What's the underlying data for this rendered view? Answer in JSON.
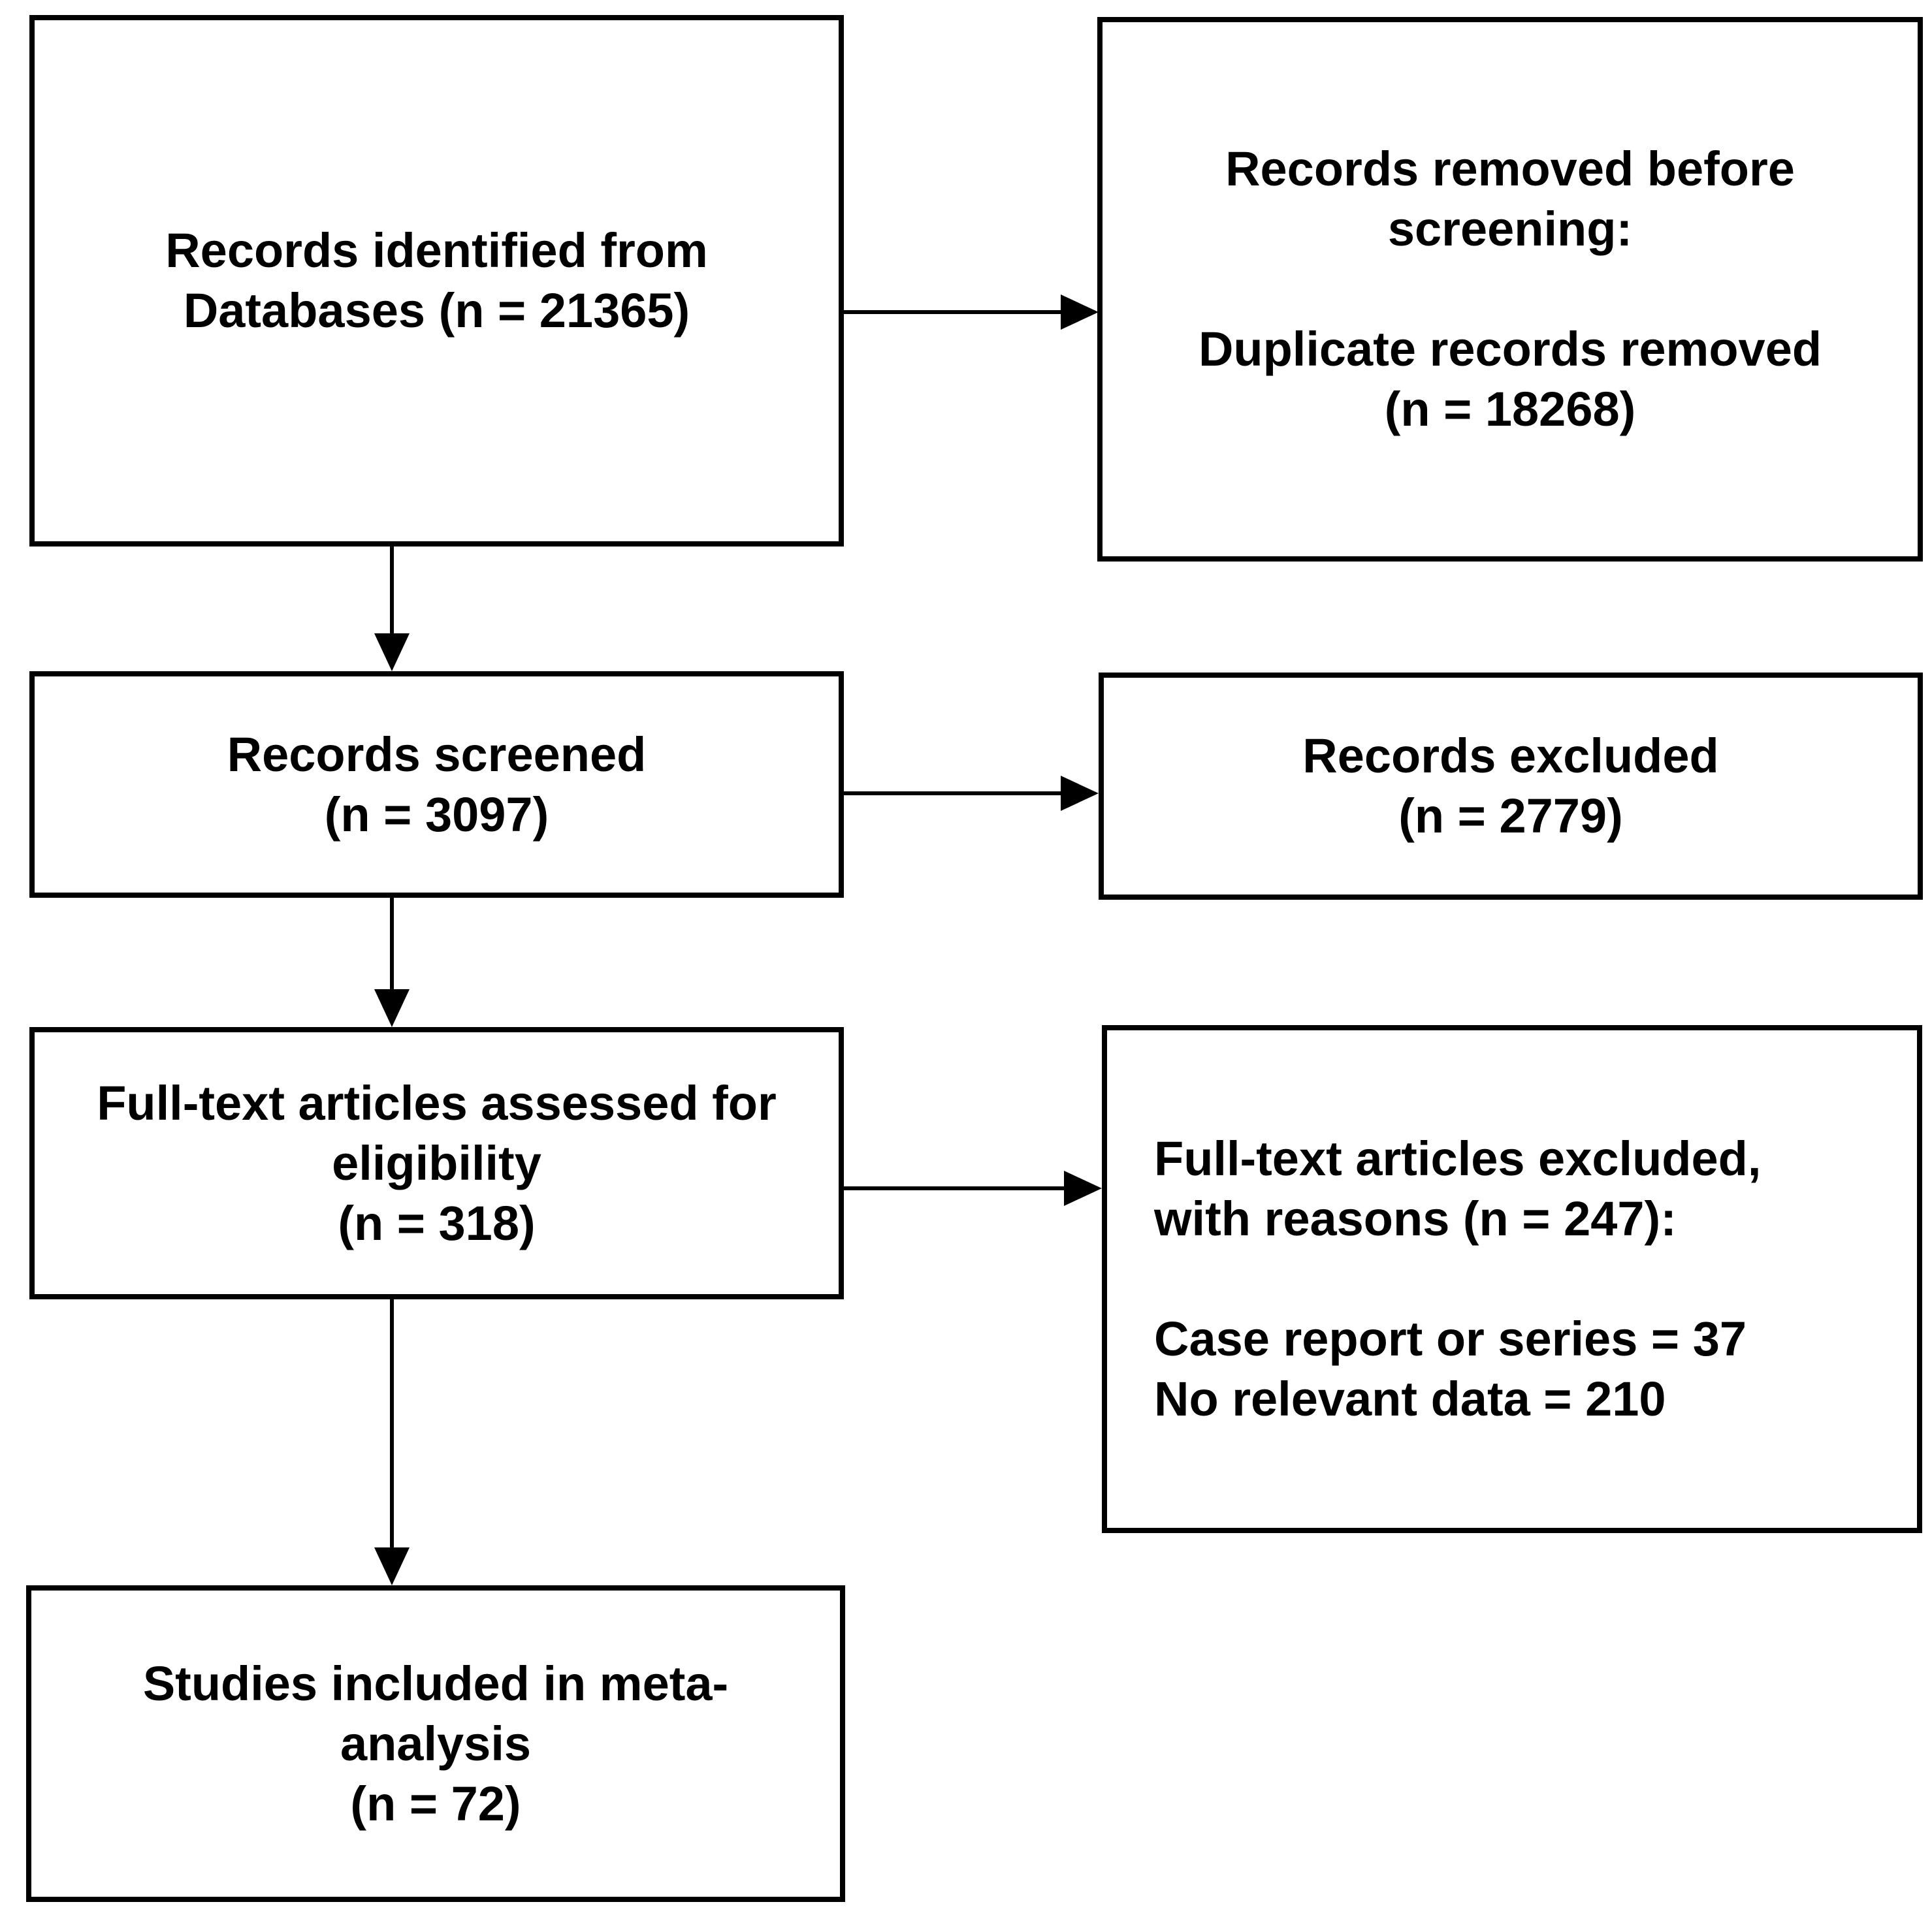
{
  "diagram": {
    "type": "flowchart",
    "subject": "PRISMA study selection flow",
    "colors": {
      "border": "#000000",
      "text": "#000000",
      "background": "#ffffff"
    },
    "boxes": [
      {
        "id": "records-identified",
        "lines": [
          "Records identified from",
          "Databases (n = 21365)"
        ],
        "count": 21365
      },
      {
        "id": "records-removed-before-screening",
        "lines": [
          "Records removed before",
          "screening:",
          "",
          "Duplicate records removed",
          "(n = 18268)"
        ],
        "count": 18268
      },
      {
        "id": "records-screened",
        "lines": [
          "Records screened",
          "(n = 3097)"
        ],
        "count": 3097
      },
      {
        "id": "records-excluded",
        "lines": [
          "Records excluded",
          "(n = 2779)"
        ],
        "count": 2779
      },
      {
        "id": "fulltext-assessed",
        "lines": [
          "Full-text articles assessed for",
          "eligibility",
          "(n = 318)"
        ],
        "count": 318
      },
      {
        "id": "fulltext-excluded",
        "lines": [
          "Full-text articles excluded,",
          "with reasons (n = 247):",
          "",
          "Case report or series = 37",
          "No relevant data = 210"
        ],
        "count": 247
      },
      {
        "id": "studies-included",
        "lines": [
          "Studies included in meta-",
          "analysis",
          "(n = 72)"
        ],
        "count": 72
      }
    ],
    "arrows": [
      {
        "from": "records-identified",
        "to": "records-removed-before-screening",
        "direction": "right"
      },
      {
        "from": "records-identified",
        "to": "records-screened",
        "direction": "down"
      },
      {
        "from": "records-screened",
        "to": "records-excluded",
        "direction": "right"
      },
      {
        "from": "records-screened",
        "to": "fulltext-assessed",
        "direction": "down"
      },
      {
        "from": "fulltext-assessed",
        "to": "fulltext-excluded",
        "direction": "right"
      },
      {
        "from": "fulltext-assessed",
        "to": "studies-included",
        "direction": "down"
      }
    ]
  }
}
